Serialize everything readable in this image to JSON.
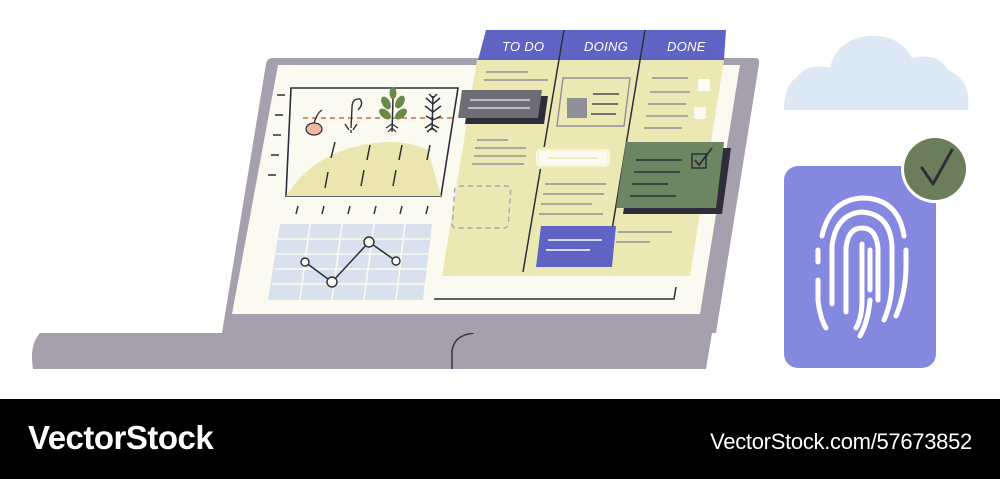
{
  "kanban": {
    "columns": [
      "TO DO",
      "DOING",
      "DONE"
    ]
  },
  "watermark": {
    "brand": "VectorStock",
    "image_id": "VectorStock.com/57673852"
  },
  "colors": {
    "laptop_frame": "#a59fae",
    "board_yellow": "#ece8b3",
    "header_blue": "#5f64c4",
    "card_green": "#6b8660",
    "card_gray": "#6e6c75",
    "fingerprint_bg": "#8588df",
    "check_badge": "#6b7e5c",
    "cloud": "#dce9f5",
    "grid_blue": "#d8e2ef",
    "chart_fill": "#ebe6b0"
  },
  "icons": [
    "fingerprint-icon",
    "check-icon",
    "cloud-icon",
    "checkbox-checked-icon"
  ]
}
